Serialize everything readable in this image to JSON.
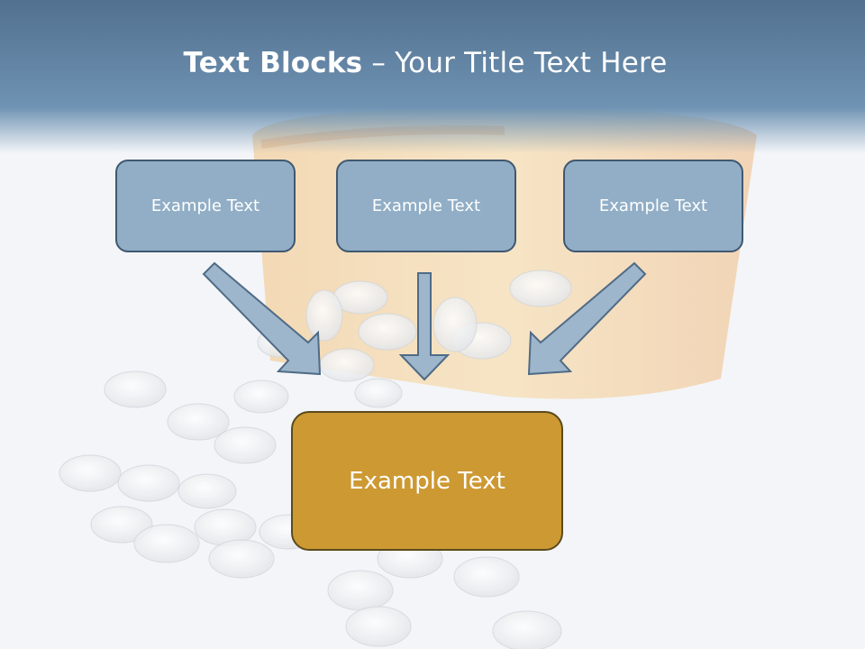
{
  "slide": {
    "title_bold": "Text Blocks",
    "title_separator": " – ",
    "title_rest": "Your Title Text Here"
  },
  "blocks": [
    {
      "label": "Example Text"
    },
    {
      "label": "Example Text"
    },
    {
      "label": "Example Text"
    }
  ],
  "target": {
    "label": "Example Text"
  },
  "colors": {
    "header_band": "#5f84a6",
    "block_fill": "#91aec6",
    "block_border": "#3f5870",
    "target_fill": "#cd9933",
    "target_border": "#5b4a1e",
    "arrow_fill": "#9db6cc",
    "arrow_stroke": "#4f6b86"
  },
  "background_image": "pill-bottle-with-scattered-white-pills"
}
